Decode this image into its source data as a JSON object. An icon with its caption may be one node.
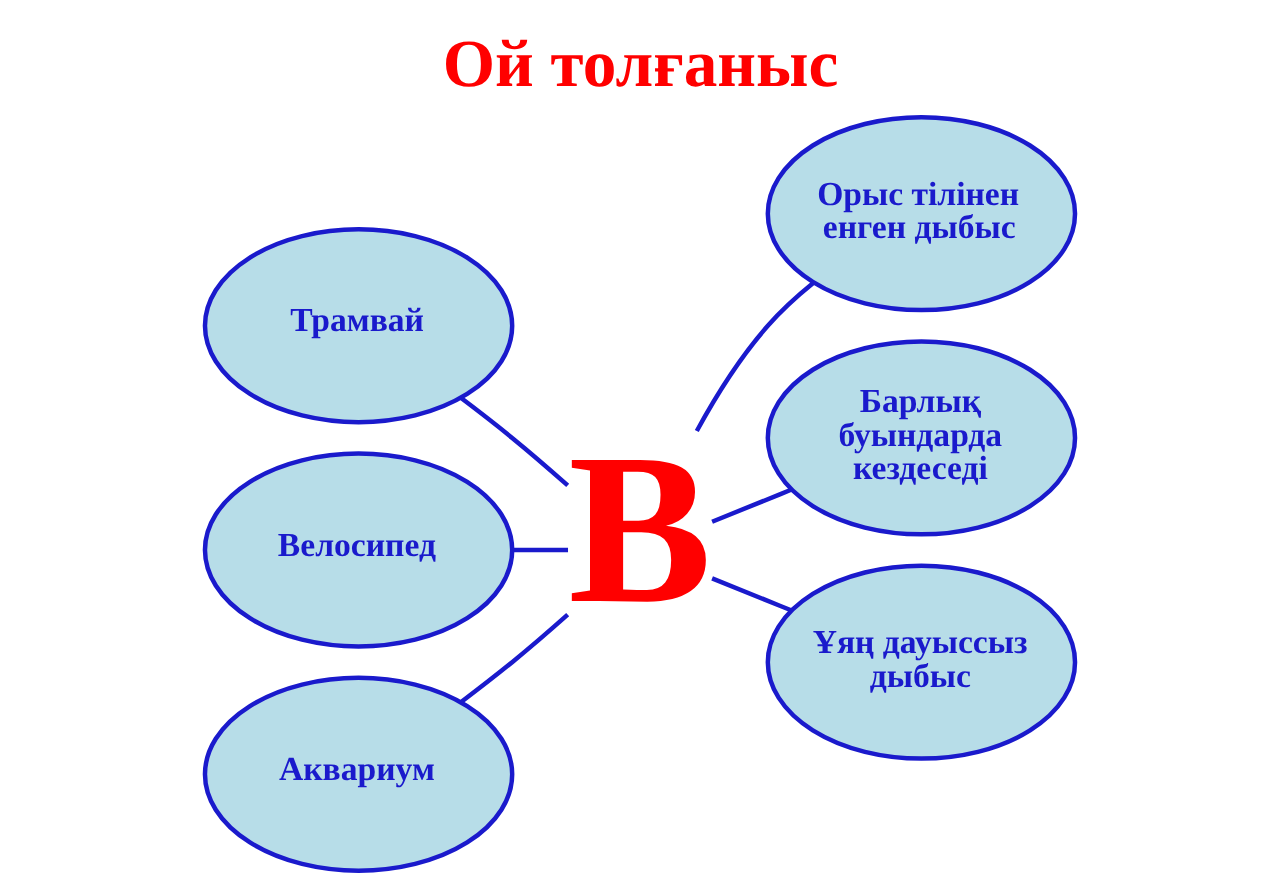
{
  "diagram": {
    "title": "Ой толғаныс",
    "nodes": [
      {
        "text": [
          "Трамвай"
        ]
      },
      {
        "text": [
          "Орыс тілінен енген дыбыс"
        ]
      },
      {
        "text": [
          "В"
        ]
      },
      {
        "text": [
          "Велосипед"
        ]
      },
      {
        "text": [
          "Барлық буындарда кездеседі"
        ]
      },
      {
        "text": [
          "Аквариум"
        ]
      },
      {
        "text": [
          "Ұяң дауыссыз дыбыс"
        ]
      }
    ],
    "edges": [
      {
        "from": 0,
        "to": 2,
        "arrow": "none"
      },
      {
        "from": 1,
        "to": 2,
        "arrow": "none"
      },
      {
        "from": 3,
        "to": 2,
        "arrow": "none"
      },
      {
        "from": 4,
        "to": 2,
        "arrow": "none"
      },
      {
        "from": 5,
        "to": 2,
        "arrow": "none"
      },
      {
        "from": 6,
        "to": 2,
        "arrow": "none"
      }
    ]
  }
}
